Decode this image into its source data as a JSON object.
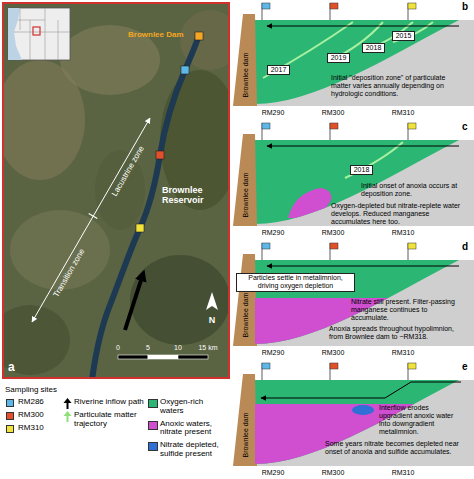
{
  "diagram": {
    "nodes": [
      {
        "text": [
          "2017"
        ]
      },
      {
        "text": [
          "2019"
        ]
      },
      {
        "text": [
          "2018"
        ]
      },
      {
        "text": [
          "2015"
        ]
      },
      {
        "text": [
          "2018"
        ]
      },
      {
        "text": [
          "Particles settle in metalimnion, driving oxygen depletion"
        ]
      }
    ],
    "labels": [
      "a",
      "Brownlee Dam",
      "Lacustrine zone",
      "Transition zone",
      "Brownlee Reservoir",
      "N",
      "0",
      "5",
      "10",
      "15 km",
      "Sampling sites",
      "b",
      "Brownlee dam",
      "RM290",
      "RM300",
      "RM310",
      "Initial \"deposition zone\" of particulate matter varies annually depending on hydrologic conditions.",
      "c",
      "Brownlee dam",
      "RM290",
      "RM300",
      "RM310",
      "Initial onset of anoxia occurs at deposition zone.",
      "Oxygen-depleted but nitrate-replete water develops. Reduced manganese accumulates here too.",
      "d",
      "Brownlee dam",
      "RM290",
      "RM300",
      "RM310",
      "Nitrate still present. Filter-passing manganese continues to accumulate.",
      "Anoxia spreads throughout hypolimnion, from Brownlee dam to ~RM318.",
      "e",
      "Brownlee dam",
      "RM290",
      "RM300",
      "RM310",
      "Interflow erodes upgradient anoxic water into downgradient metalimnion.",
      "Some years nitrate becomes depleted near onset of anoxia and sulfide accumulates."
    ],
    "legend": [
      {
        "text": "RM286",
        "color": "#5bb8e8"
      },
      {
        "text": "RM300",
        "color": "#e0502a"
      },
      {
        "text": "RM310",
        "color": "#f2e33a"
      },
      {
        "text": "Riverine inflow path"
      },
      {
        "text": "Particulate matter trajectory"
      },
      {
        "text": "Oxygen-rich waters",
        "color": "#2bb673"
      },
      {
        "text": "Anoxic waters, nitrate present",
        "color": "#d04fd0"
      },
      {
        "text": "Nitrate depleted, sulfide present",
        "color": "#2f6fd6"
      }
    ]
  }
}
